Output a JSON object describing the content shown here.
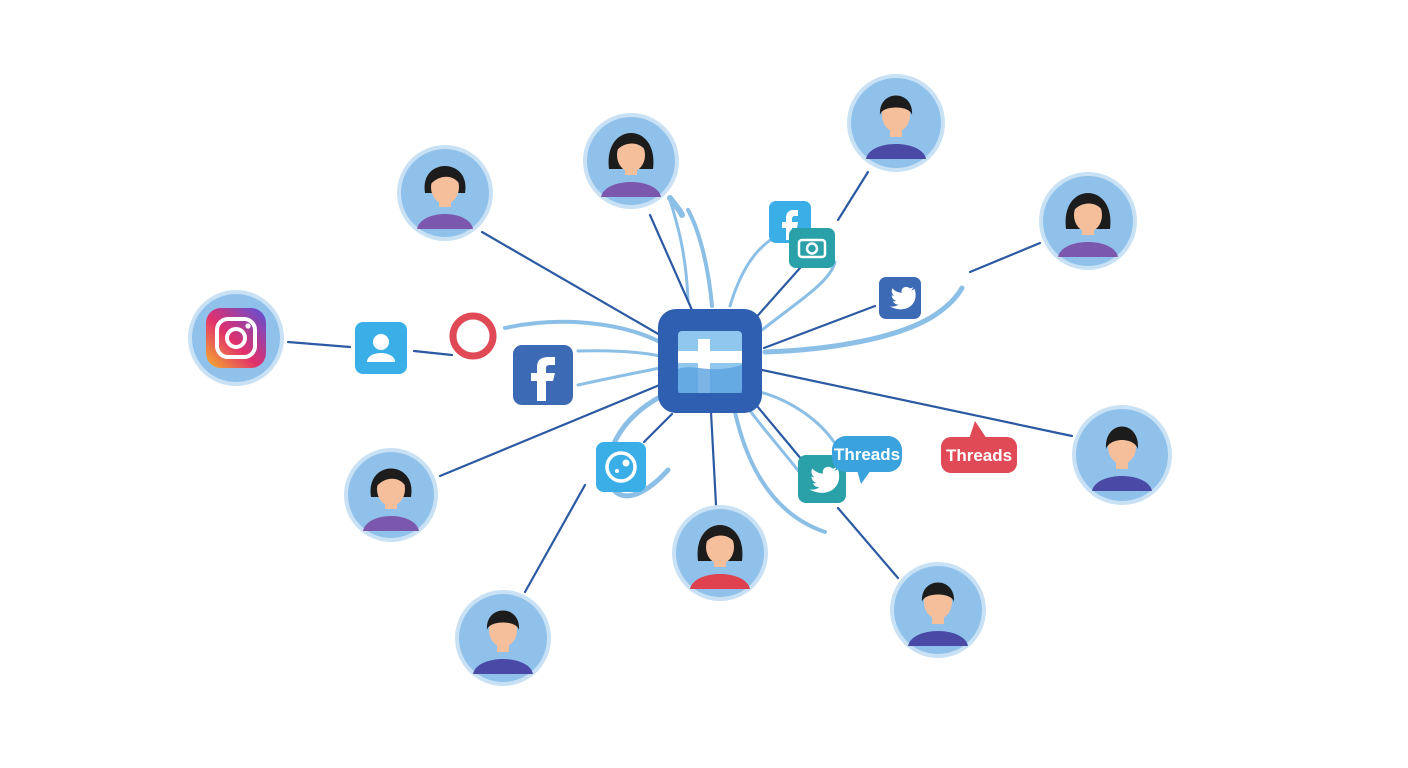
{
  "colors": {
    "link": "#2b5aa3",
    "flow": "#8cbfe6",
    "avatar_bg": "#8fc1ea",
    "avatar_ring": "#c9e1f5",
    "hair": "#1c1c1c",
    "skin": "#f6bf9c",
    "shirt_purple": "#7b57ad",
    "shirt_indigo": "#4a4aa6",
    "shirt_red": "#e0414f",
    "hub": "#2f5fb0",
    "facebook": "#3d6ab4",
    "twitter": "#2f9cd8",
    "teal": "#2aa0a8",
    "threads_blue": "#3aa2dc",
    "threads_red": "#e04a57",
    "contact_blue": "#3aaee6",
    "ring_red": "#e04a57"
  },
  "icons": {
    "hub": "central-hub-icon",
    "instagram": "instagram-icon",
    "facebook": "facebook-icon",
    "twitter": "twitter-icon",
    "contact": "user-contact-icon",
    "messenger": "messenger-icon",
    "camera": "camera-icon",
    "ring": "red-ring-icon"
  },
  "badges": {
    "threads_blue": "Threads",
    "threads_red": "Threads"
  },
  "people": [
    {
      "id": "top-left",
      "gender": "female",
      "shirt": "purple"
    },
    {
      "id": "top-center",
      "gender": "female",
      "shirt": "purple"
    },
    {
      "id": "top-right",
      "gender": "male",
      "shirt": "indigo"
    },
    {
      "id": "right-upper",
      "gender": "female",
      "shirt": "purple"
    },
    {
      "id": "right-middle",
      "gender": "male",
      "shirt": "indigo"
    },
    {
      "id": "bottom-right",
      "gender": "male",
      "shirt": "indigo"
    },
    {
      "id": "bottom-center",
      "gender": "female",
      "shirt": "red"
    },
    {
      "id": "bottom-left",
      "gender": "male",
      "shirt": "indigo"
    },
    {
      "id": "left-lower",
      "gender": "female",
      "shirt": "purple"
    }
  ]
}
